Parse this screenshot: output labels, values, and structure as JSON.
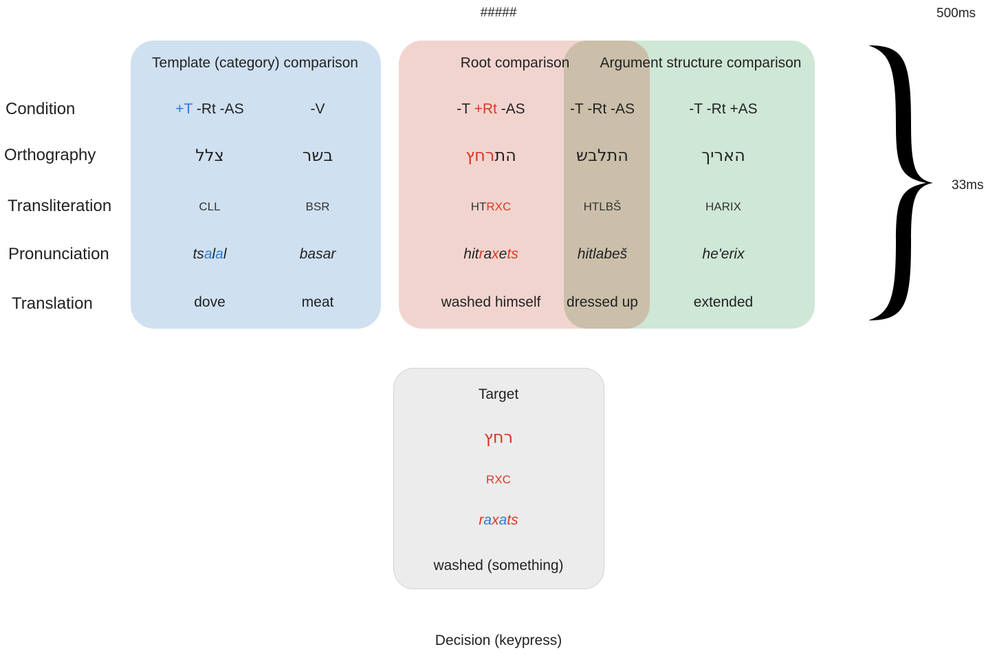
{
  "top": {
    "mask": "#####",
    "timing_mask": "500ms",
    "timing_prime": "33ms"
  },
  "row_labels": [
    "Condition",
    "Orthography",
    "Transliteration",
    "Pronunciation",
    "Translation"
  ],
  "groups": {
    "template": "Template (category) comparison",
    "root": "Root comparison",
    "argument": "Argument structure comparison"
  },
  "columns": [
    {
      "id": "template-pos",
      "condition": [
        {
          "t": "+T",
          "c": "blue"
        },
        {
          "t": " -Rt -AS",
          "c": "dark"
        }
      ],
      "orthography": [
        {
          "t": "צלל",
          "c": "dark"
        }
      ],
      "transliteration": [
        {
          "t": "CLL",
          "c": "dark"
        }
      ],
      "pronunciation": [
        {
          "t": "ts",
          "c": "dark"
        },
        {
          "t": "a",
          "c": "blue"
        },
        {
          "t": "l",
          "c": "dark"
        },
        {
          "t": "a",
          "c": "blue"
        },
        {
          "t": "l",
          "c": "dark"
        }
      ],
      "translation": "dove"
    },
    {
      "id": "template-neg",
      "condition": [
        {
          "t": "-V",
          "c": "dark"
        }
      ],
      "orthography": [
        {
          "t": "בשר",
          "c": "dark"
        }
      ],
      "transliteration": [
        {
          "t": "BSR",
          "c": "dark"
        }
      ],
      "pronunciation": [
        {
          "t": "basar",
          "c": "dark"
        }
      ],
      "translation": "meat"
    },
    {
      "id": "root-pos",
      "condition": [
        {
          "t": "-T ",
          "c": "dark"
        },
        {
          "t": "+Rt",
          "c": "red"
        },
        {
          "t": " -AS",
          "c": "dark"
        }
      ],
      "orthography": [
        {
          "t": "התרחץ",
          "c": "mixed"
        }
      ],
      "transliteration": [
        {
          "t": "HT",
          "c": "dark"
        },
        {
          "t": "RXC",
          "c": "red"
        }
      ],
      "pronunciation": [
        {
          "t": "hit",
          "c": "dark"
        },
        {
          "t": "r",
          "c": "red"
        },
        {
          "t": "a",
          "c": "dark"
        },
        {
          "t": "x",
          "c": "red"
        },
        {
          "t": "e",
          "c": "dark"
        },
        {
          "t": "ts",
          "c": "red"
        }
      ],
      "translation": "washed himself"
    },
    {
      "id": "baseline",
      "condition": [
        {
          "t": "-T -Rt -AS",
          "c": "dark"
        }
      ],
      "orthography": [
        {
          "t": "התלבש",
          "c": "dark"
        }
      ],
      "transliteration": [
        {
          "t": "HTLBŠ",
          "c": "dark"
        }
      ],
      "pronunciation": [
        {
          "t": "hitlabeš",
          "c": "dark"
        }
      ],
      "translation": "dressed up"
    },
    {
      "id": "argument-pos",
      "condition": [
        {
          "t": "-T -Rt +AS",
          "c": "dark"
        }
      ],
      "orthography": [
        {
          "t": "האריך",
          "c": "dark"
        }
      ],
      "transliteration": [
        {
          "t": "HARIX",
          "c": "dark"
        }
      ],
      "pronunciation": [
        {
          "t": "he'erix",
          "c": "dark"
        }
      ],
      "translation": "extended"
    }
  ],
  "target": {
    "heading": "Target",
    "orthography": "רחץ",
    "transliteration": "RXC",
    "pronunciation": [
      {
        "t": "r",
        "c": "red"
      },
      {
        "t": "a",
        "c": "blue"
      },
      {
        "t": "x",
        "c": "red"
      },
      {
        "t": "a",
        "c": "blue"
      },
      {
        "t": "ts",
        "c": "red"
      }
    ],
    "translation": "washed (something)"
  },
  "decision": "Decision (keypress)",
  "colors": {
    "blue": "#2f7bd1",
    "red": "#d53a26",
    "dark": "#222222",
    "template_box": "#cfe0f1",
    "root_box": "#f2d4cf",
    "argument_box": "#cfe7d6",
    "overlap_box": "#cbbfaa",
    "target_box": "#ececec"
  }
}
